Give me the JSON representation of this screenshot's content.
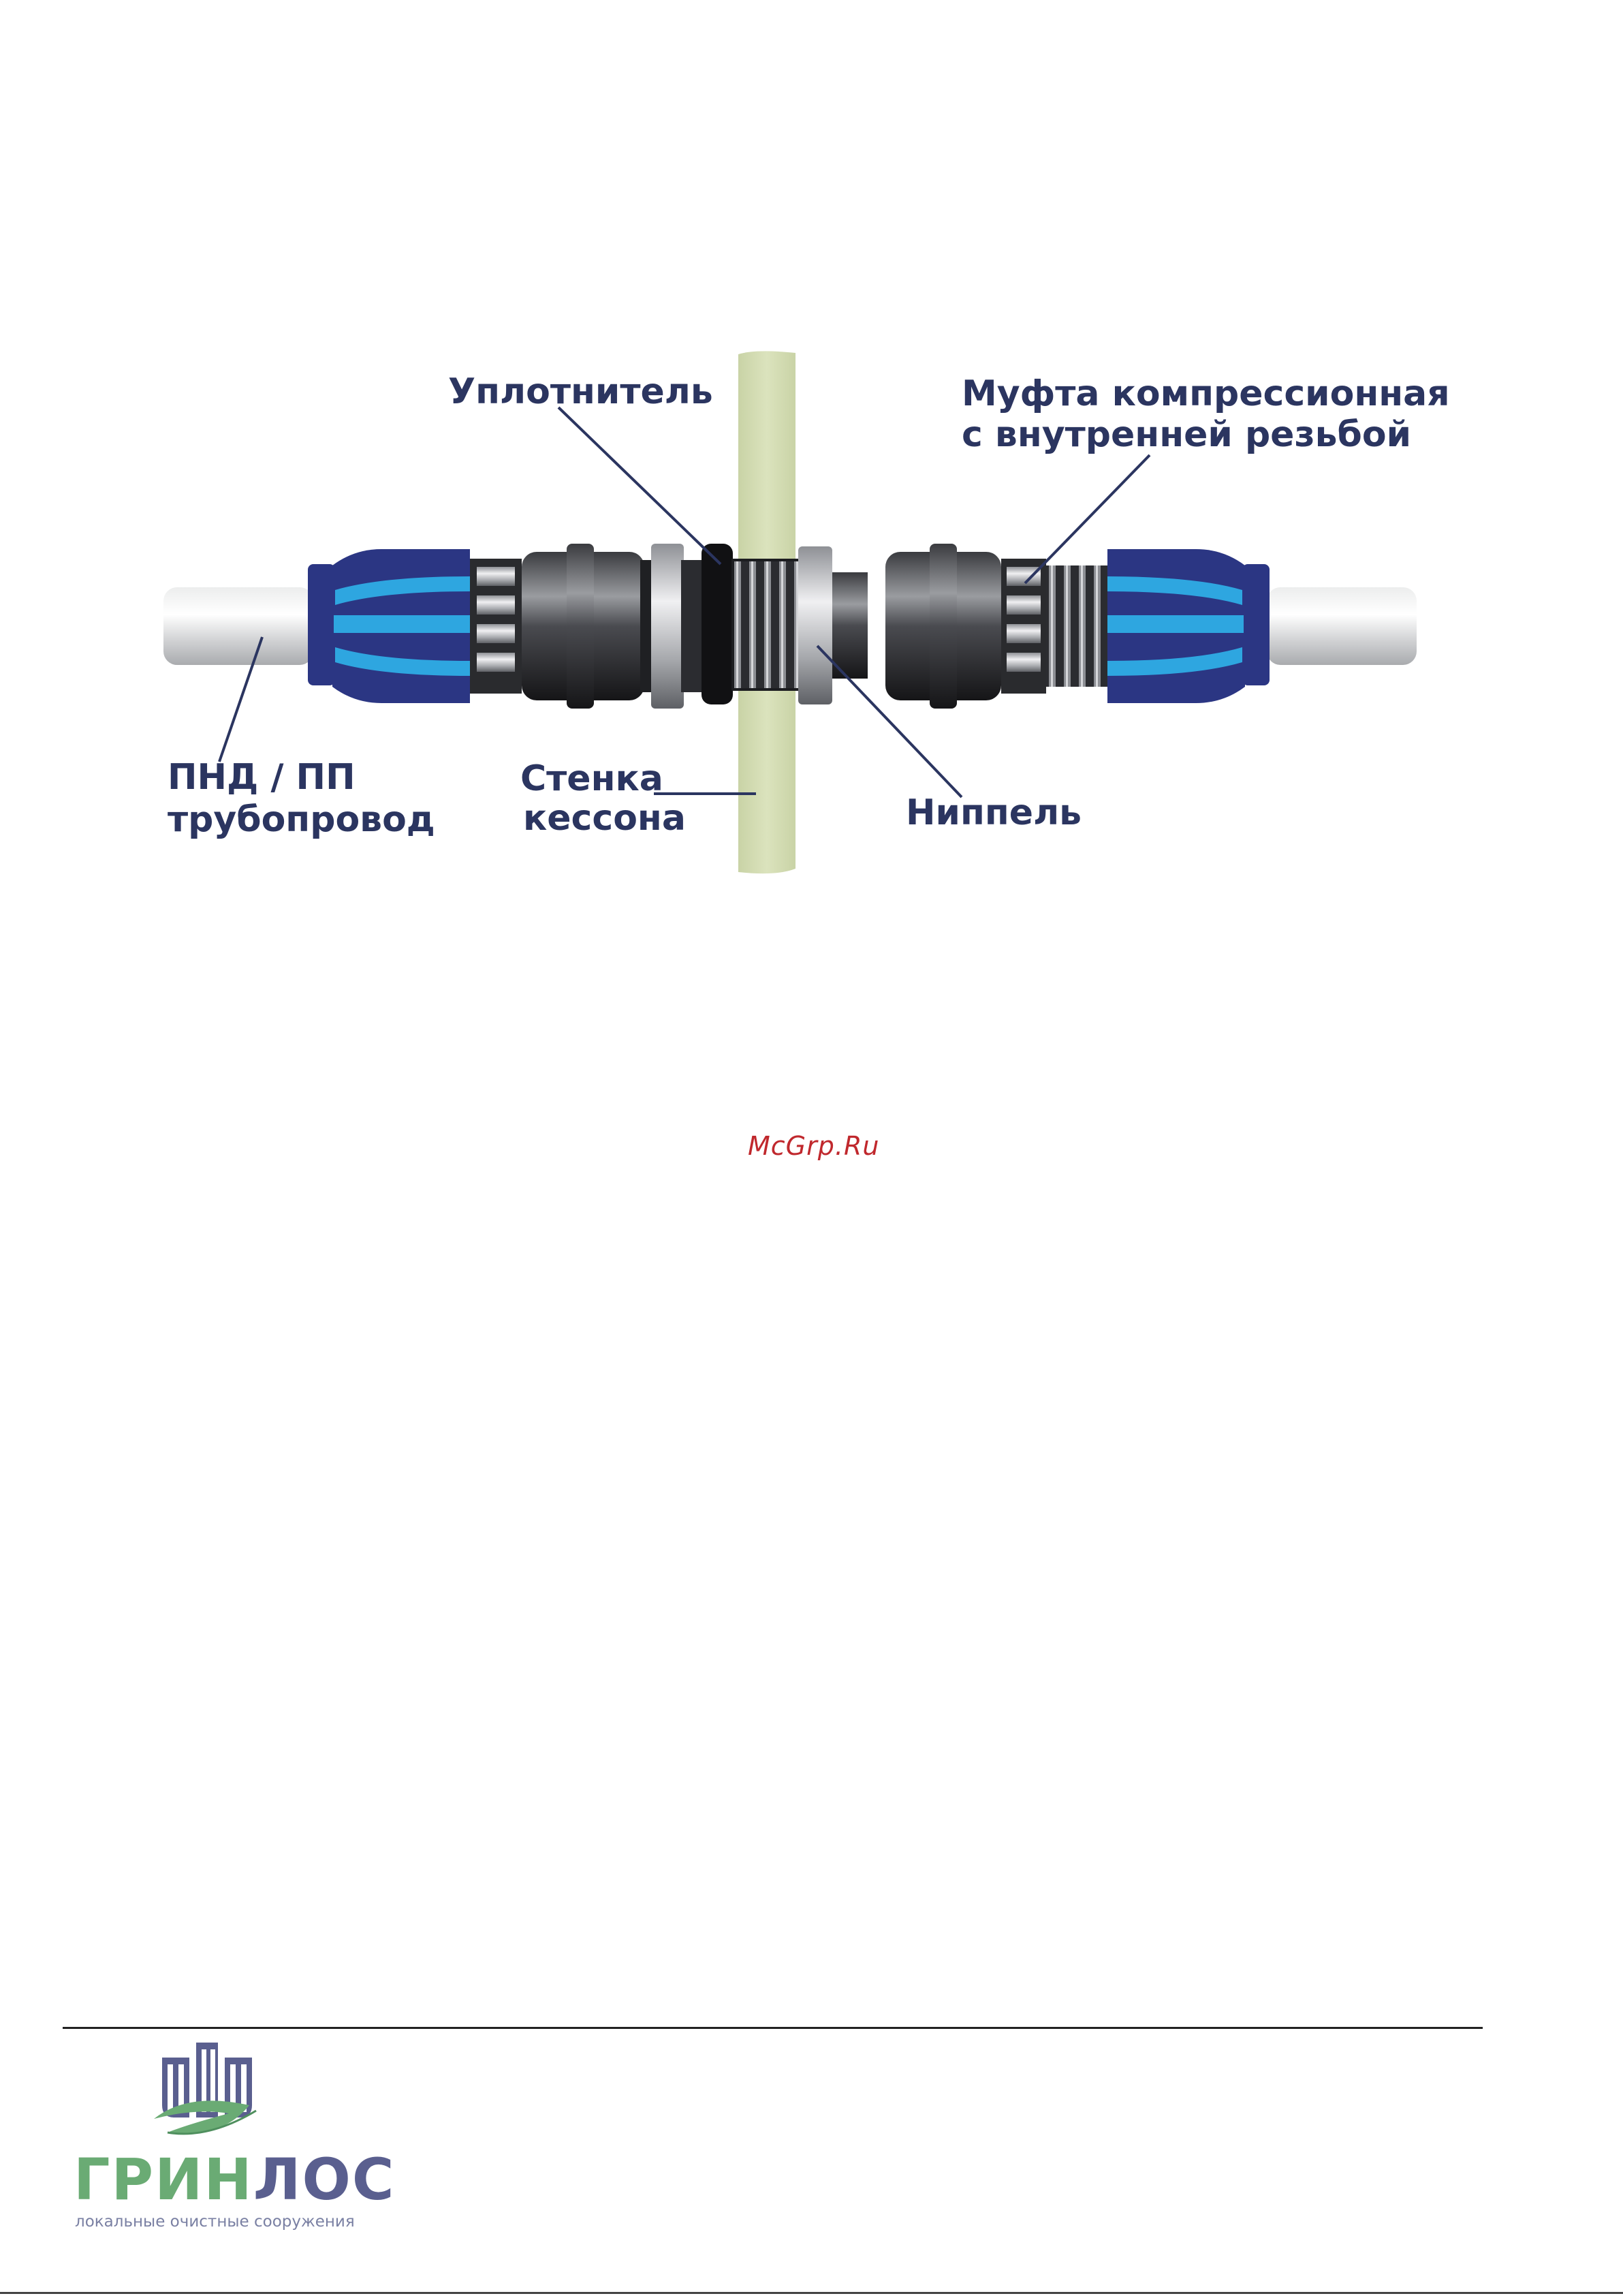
{
  "labels": {
    "seal": "Уплотнитель",
    "coupling_line1": "Муфта компрессионная",
    "coupling_line2": "с внутренней резьбой",
    "pipe_line1": "ПНД / ПП",
    "pipe_line2": "трубопровод",
    "wall_line1": "Стенка",
    "wall_line2": "кессона",
    "nipple": "Ниппель"
  },
  "watermark": "McGrp.Ru",
  "logo": {
    "word_part1": "ГРИН",
    "word_part2": "ЛОС",
    "tagline": "локальные очистные сооружения",
    "colors": {
      "green": "#6aab74",
      "navy": "#5a5f8f"
    }
  },
  "colors": {
    "label": "#2b3560",
    "wall": "#d3dcb2",
    "blue_dark": "#2b3683",
    "blue_light": "#2ea6e0",
    "pipe": "#d9dadc",
    "fitting_dark": "#2c2d30"
  }
}
